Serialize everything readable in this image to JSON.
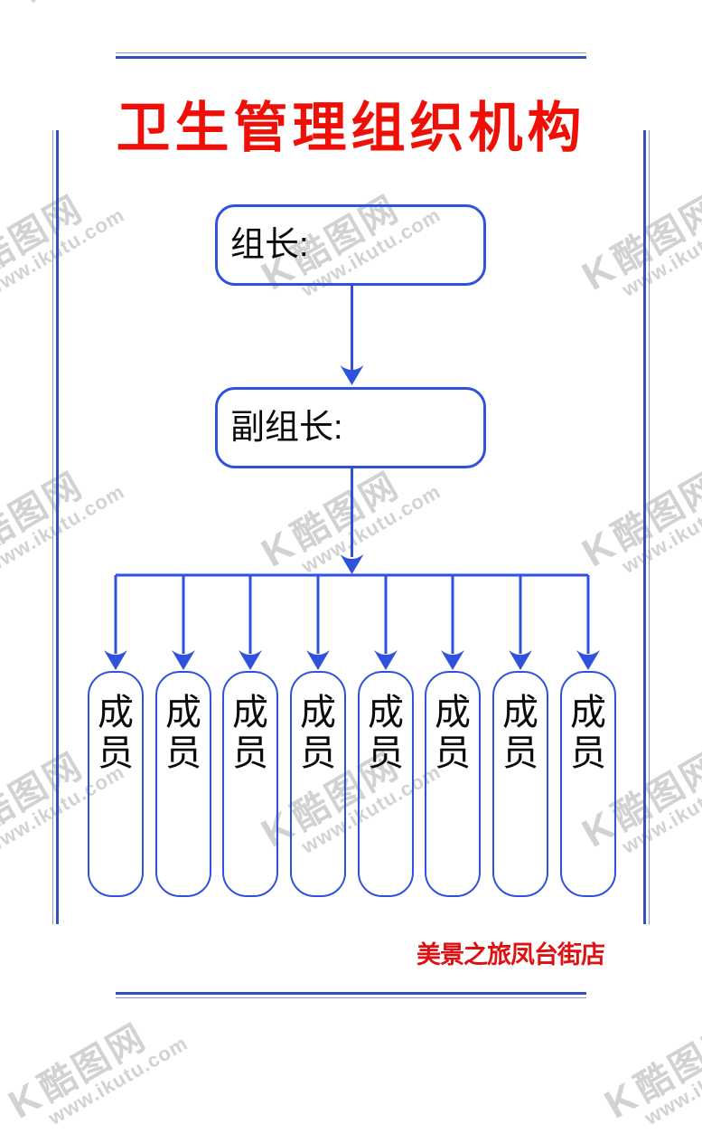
{
  "poster": {
    "title": "卫生管理组织机构",
    "org": {
      "leader_label": "组长:",
      "deputy_label": "副组长:",
      "members": [
        "成员",
        "成员",
        "成员",
        "成员",
        "成员",
        "成员",
        "成员",
        "成员"
      ]
    },
    "footer": "美景之旅凤台街店"
  },
  "watermark": {
    "mark": "K",
    "logo": "酷图网",
    "url": "www.ikutu.com"
  },
  "colors": {
    "line_blue": "#2f52dd",
    "frame_blue": "#3350c0",
    "frame_thin": "#8a97cd",
    "ornament_blue": "#2846c8",
    "title_red": "#ee1007",
    "footer_red": "#dd1111",
    "watermark_gray": "#d2d2d2",
    "text_black": "#0a0a0a"
  }
}
